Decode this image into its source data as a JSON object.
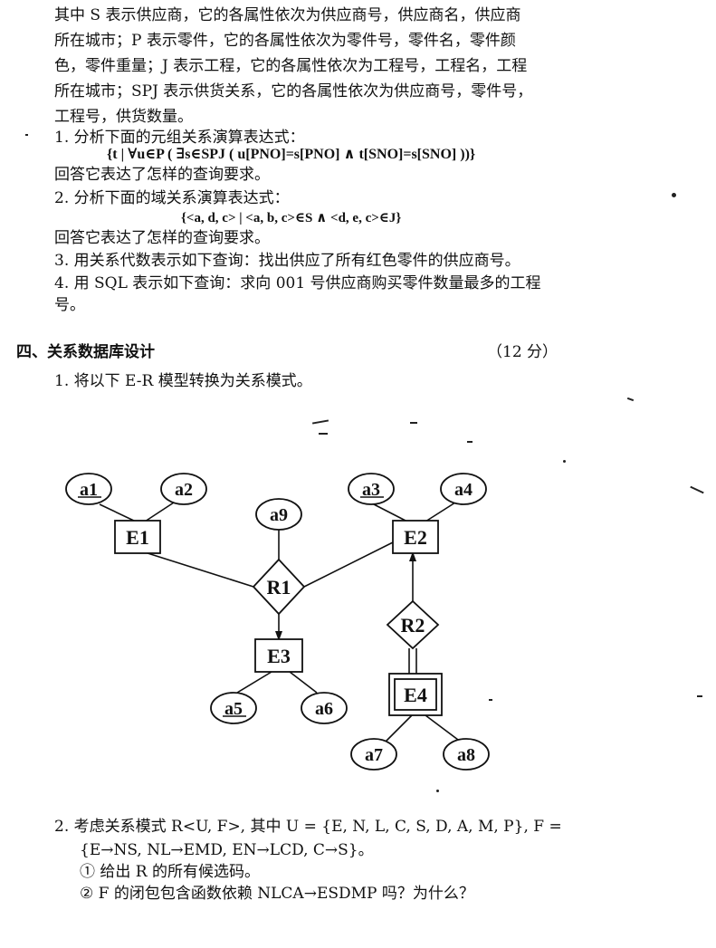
{
  "intro": {
    "l1": "其中 S 表示供应商，它的各属性依次为供应商号，供应商名，供应商",
    "l2": "所在城市；P 表示零件，它的各属性依次为零件号，零件名，零件颜",
    "l3": "色，零件重量；J 表示工程，它的各属性依次为工程号，工程名，工程",
    "l4": "所在城市；SPJ 表示供货关系，它的各属性依次为供应商号，零件号，",
    "l5": "工程号，供货数量。"
  },
  "q1": {
    "text": "1.  分析下面的元组关系演算表达式：",
    "formula": "{t | ∀u∈P ( ∃s∈SPJ ( u[PNO]=s[PNO] ∧ t[SNO]=s[SNO] ))}",
    "answer": "回答它表达了怎样的查询要求。"
  },
  "q2": {
    "text": "2.  分析下面的域关系演算表达式：",
    "formula": "{<a, d, c> | <a, b, c>∈S ∧ <d, e, c>∈J}",
    "answer": "回答它表达了怎样的查询要求。"
  },
  "q3": {
    "text": "3.  用关系代数表示如下查询：找出供应了所有红色零件的供应商号。"
  },
  "q4": {
    "l1": "4.  用 SQL 表示如下查询：求向 001 号供应商购买零件数量最多的工程",
    "l2": "号。"
  },
  "section4": {
    "title": "四、关系数据库设计",
    "points": "（12 分）",
    "q1": "1.  将以下 E-R 模型转换为关系模式。"
  },
  "er": {
    "entities": {
      "e1": "E1",
      "e2": "E2",
      "e3": "E3",
      "e4": "E4"
    },
    "relationships": {
      "r1": "R1",
      "r2": "R2"
    },
    "attributes": {
      "a1": "a1",
      "a2": "a2",
      "a3": "a3",
      "a4": "a4",
      "a5": "a5",
      "a6": "a6",
      "a7": "a7",
      "a8": "a8",
      "a9": "a9"
    }
  },
  "part2": {
    "l1": "2.  考虑关系模式 R<U, F>, 其中 U = {E, N, L, C, S, D, A, M, P}, F =",
    "l2": "{E→NS, NL→EMD, EN→LCD, C→S}。",
    "l3": "①  给出 R 的所有候选码。",
    "l4": "②  F 的闭包包含函数依赖 NLCA→ESDMP 吗？为什么？"
  }
}
